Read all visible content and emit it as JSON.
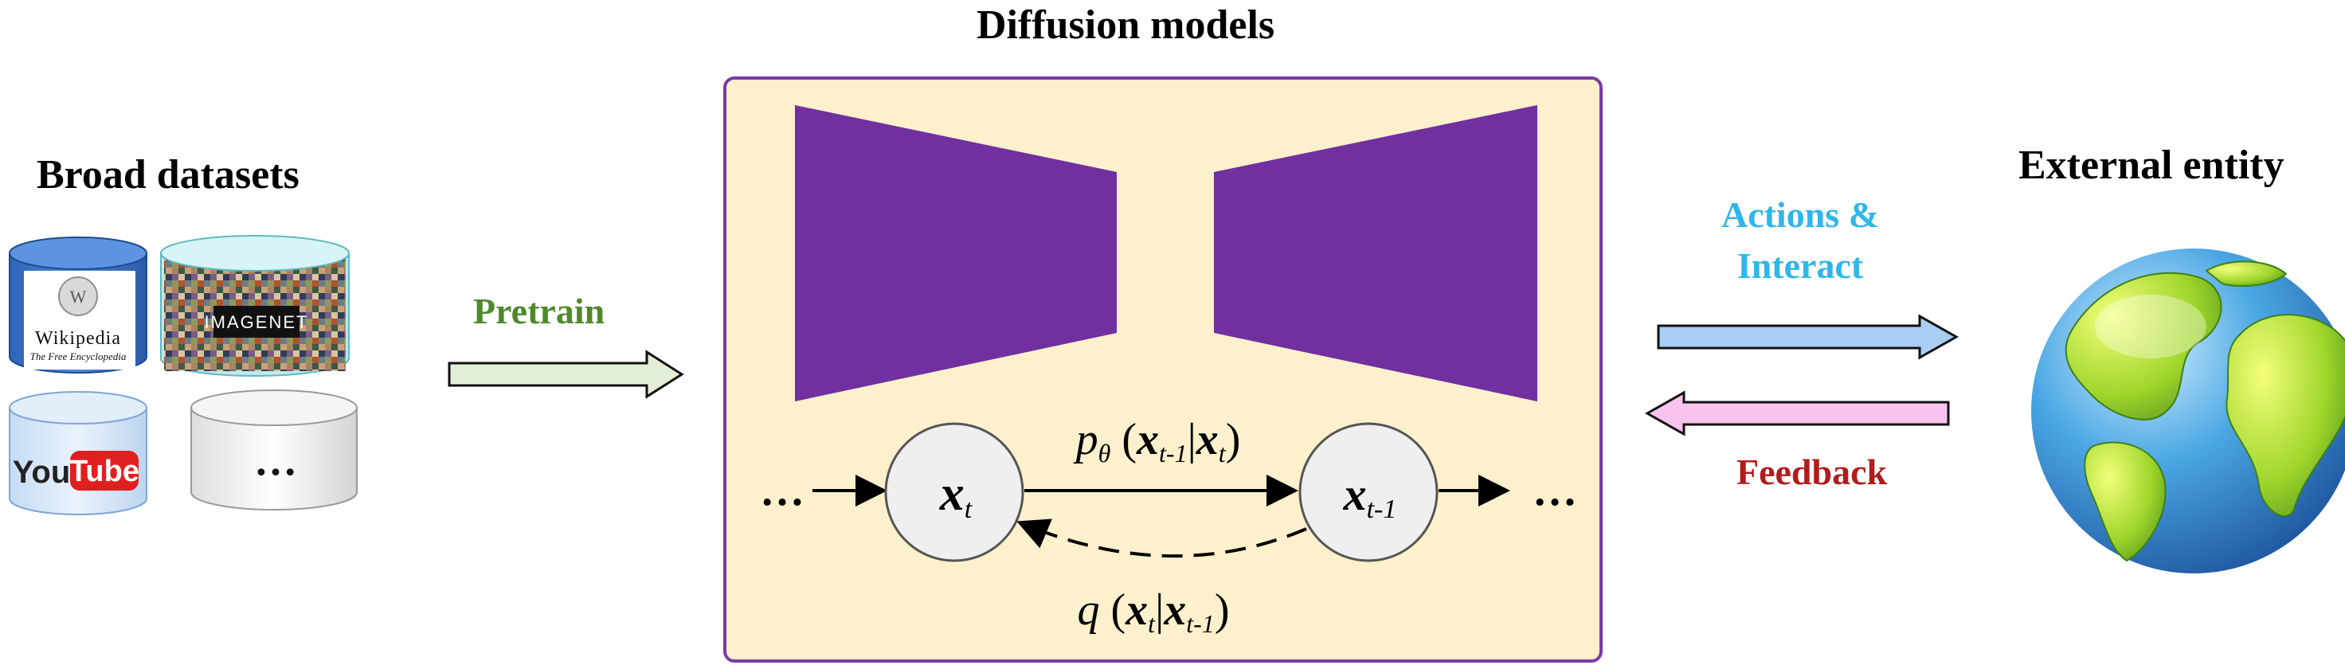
{
  "titles": {
    "datasets": "Broad datasets",
    "diffusion": "Diffusion models",
    "external": "External entity"
  },
  "datasets": {
    "wikipedia": {
      "name": "Wikipedia",
      "tagline": "The Free Encyclopedia"
    },
    "imagenet": "IMAGENET",
    "youtube": {
      "you": "You",
      "tube": "Tube"
    },
    "more": "…"
  },
  "arrows": {
    "pretrain": "Pretrain",
    "actions_line1": "Actions &",
    "actions_line2": "Interact",
    "feedback": "Feedback"
  },
  "chain": {
    "left_ellipsis": "…",
    "right_ellipsis": "…",
    "node_xt": {
      "base": "x",
      "sub": "t"
    },
    "node_xt1": {
      "base": "x",
      "sub": "t-1"
    },
    "forward_label": {
      "fn": "p",
      "fn_sub": "θ",
      "arg1": "x",
      "arg1_sub": "t-1",
      "arg2": "x",
      "arg2_sub": "t"
    },
    "reverse_label": {
      "fn": "q",
      "arg1": "x",
      "arg1_sub": "t",
      "arg2": "x",
      "arg2_sub": "t-1"
    }
  },
  "colors": {
    "panel_fill": "#fdf0cc",
    "panel_border": "#7a3aa6",
    "unet_purple": "#7030a0",
    "pretrain_arrow_fill": "#e2efd6",
    "actions_arrow_fill": "#a9cdf3",
    "feedback_arrow_fill": "#f8c3ee",
    "node_fill": "#efefef"
  }
}
